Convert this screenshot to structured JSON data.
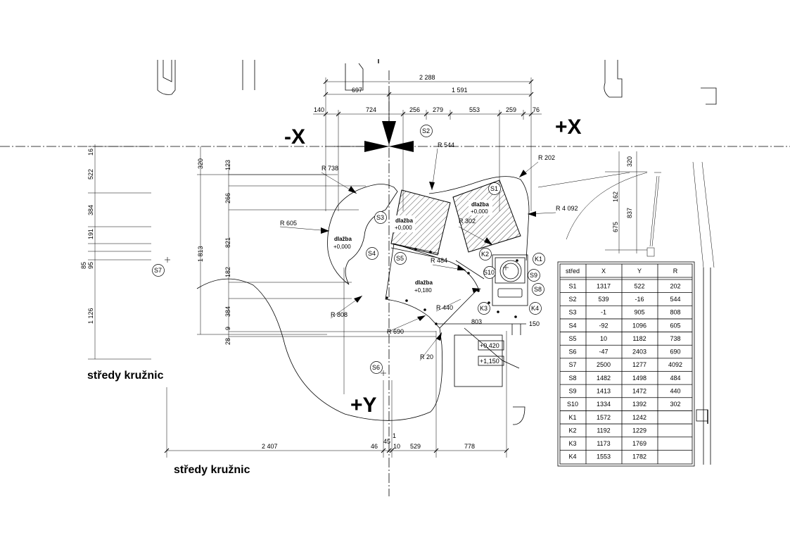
{
  "axis_labels": {
    "neg_x": "-X",
    "pos_x": "+X",
    "pos_y": "+Y"
  },
  "headings": {
    "left": "středy kružnic",
    "bottom": "středy kružnic"
  },
  "dims_top": {
    "total": "2 288",
    "a": "697",
    "b": "1 591",
    "row": [
      "140",
      "724",
      "256",
      "279",
      "553",
      "259",
      "76"
    ]
  },
  "dims_left": [
    "16",
    "522",
    "384",
    "191",
    "85",
    "95",
    "1 126"
  ],
  "dims_mid": [
    "320",
    "1 813"
  ],
  "dims_inner": [
    "123",
    "266",
    "821",
    "182",
    "384",
    "9",
    "28"
  ],
  "dims_right": [
    "320",
    "162",
    "837",
    "675"
  ],
  "dims_bottom": [
    "2 407",
    "46",
    "45",
    "10",
    "1",
    "529",
    "778"
  ],
  "dim_803": "803",
  "dim_150": "150",
  "radii": {
    "r544": "R 544",
    "r738": "R 738",
    "r605": "R 605",
    "r202": "R 202",
    "r4092": "R 4 092",
    "r302": "R 302",
    "r484": "R 484",
    "r808": "R 808",
    "r440": "R 440",
    "r690": "R 690",
    "r20": "R 20"
  },
  "pavement": {
    "label": "dlažba",
    "a_level": "+0,000",
    "b_level": "+0,000",
    "c_level": "+0,000",
    "d_level": "+0,180"
  },
  "levels": {
    "l420": "+0,420",
    "l1150": "+1,150"
  },
  "markers": {
    "S1": "S1",
    "S2": "S2",
    "S3": "S3",
    "S4": "S4",
    "S5": "S5",
    "S6": "S6",
    "S7": "S7",
    "S8": "S8",
    "S9": "S9",
    "S10": "S10",
    "K1": "K1",
    "K2": "K2",
    "K3": "K3",
    "K4": "K4"
  },
  "table": {
    "headers": [
      "střed",
      "X",
      "Y",
      "R"
    ],
    "rows": [
      [
        "S1",
        "1317",
        "522",
        "202"
      ],
      [
        "S2",
        "539",
        "-16",
        "544"
      ],
      [
        "S3",
        "-1",
        "905",
        "808"
      ],
      [
        "S4",
        "-92",
        "1096",
        "605"
      ],
      [
        "S5",
        "10",
        "1182",
        "738"
      ],
      [
        "S6",
        "-47",
        "2403",
        "690"
      ],
      [
        "S7",
        "2500",
        "1277",
        "4092"
      ],
      [
        "S8",
        "1482",
        "1498",
        "484"
      ],
      [
        "S9",
        "1413",
        "1472",
        "440"
      ],
      [
        "S10",
        "1334",
        "1392",
        "302"
      ],
      [
        "K1",
        "1572",
        "1242",
        ""
      ],
      [
        "K2",
        "1192",
        "1229",
        ""
      ],
      [
        "K3",
        "1173",
        "1769",
        ""
      ],
      [
        "K4",
        "1553",
        "1782",
        ""
      ]
    ]
  }
}
